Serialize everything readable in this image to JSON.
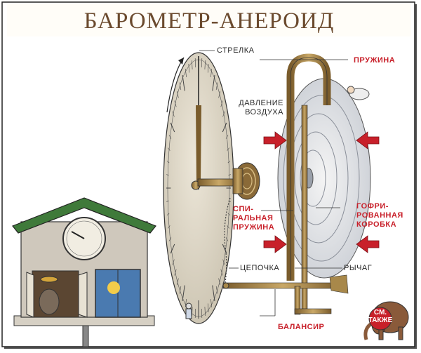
{
  "title": "БАРОМЕТР-АНЕРОИД",
  "labels": {
    "pointer": "СТРЕЛКА",
    "air_pressure_line1": "ДАВЛЕНИЕ",
    "air_pressure_line2": "ВОЗДУХА",
    "spring": "ПРУЖИНА",
    "spiral_spring_line1": "СПИ-",
    "spiral_spring_line2": "РАЛЬНАЯ",
    "spiral_spring_line3": "ПРУЖИНА",
    "corrugated_box_line1": "ГОФРИ-",
    "corrugated_box_line2": "РОВАННАЯ",
    "corrugated_box_line3": "КОРОБКА",
    "chain": "ЦЕПОЧКА",
    "lever": "РЫЧАГ",
    "balance": "БАЛАНСИР"
  },
  "see_also_line1": "СМ.",
  "see_also_line2": "ТАКЖЕ",
  "colors": {
    "title": "#6b4a2e",
    "red_label": "#c8202a",
    "black_label": "#2a2a2a",
    "arrow": "#c8202a",
    "brass": "#a8884a",
    "dial": "#d9d2c2",
    "roof": "#3f7a3a",
    "house_wall": "#cfc8bc"
  }
}
